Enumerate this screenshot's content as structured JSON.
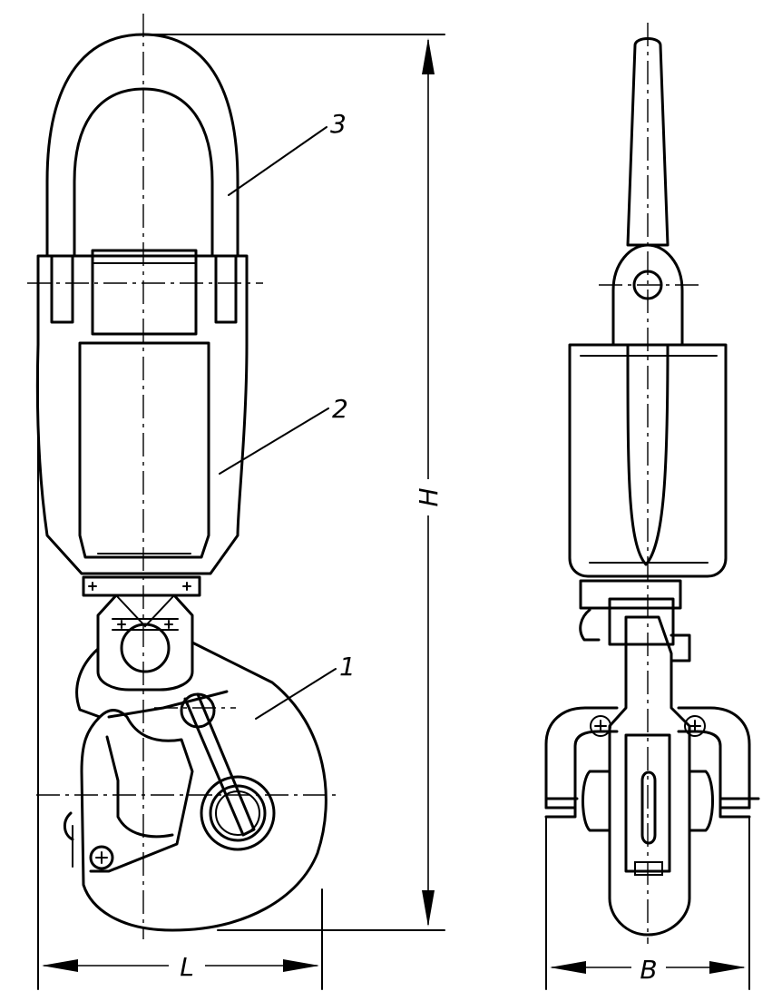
{
  "callouts": {
    "part1": "1",
    "part2": "2",
    "part3": "3"
  },
  "dimensions": {
    "height": "H",
    "length": "L",
    "width": "B"
  }
}
